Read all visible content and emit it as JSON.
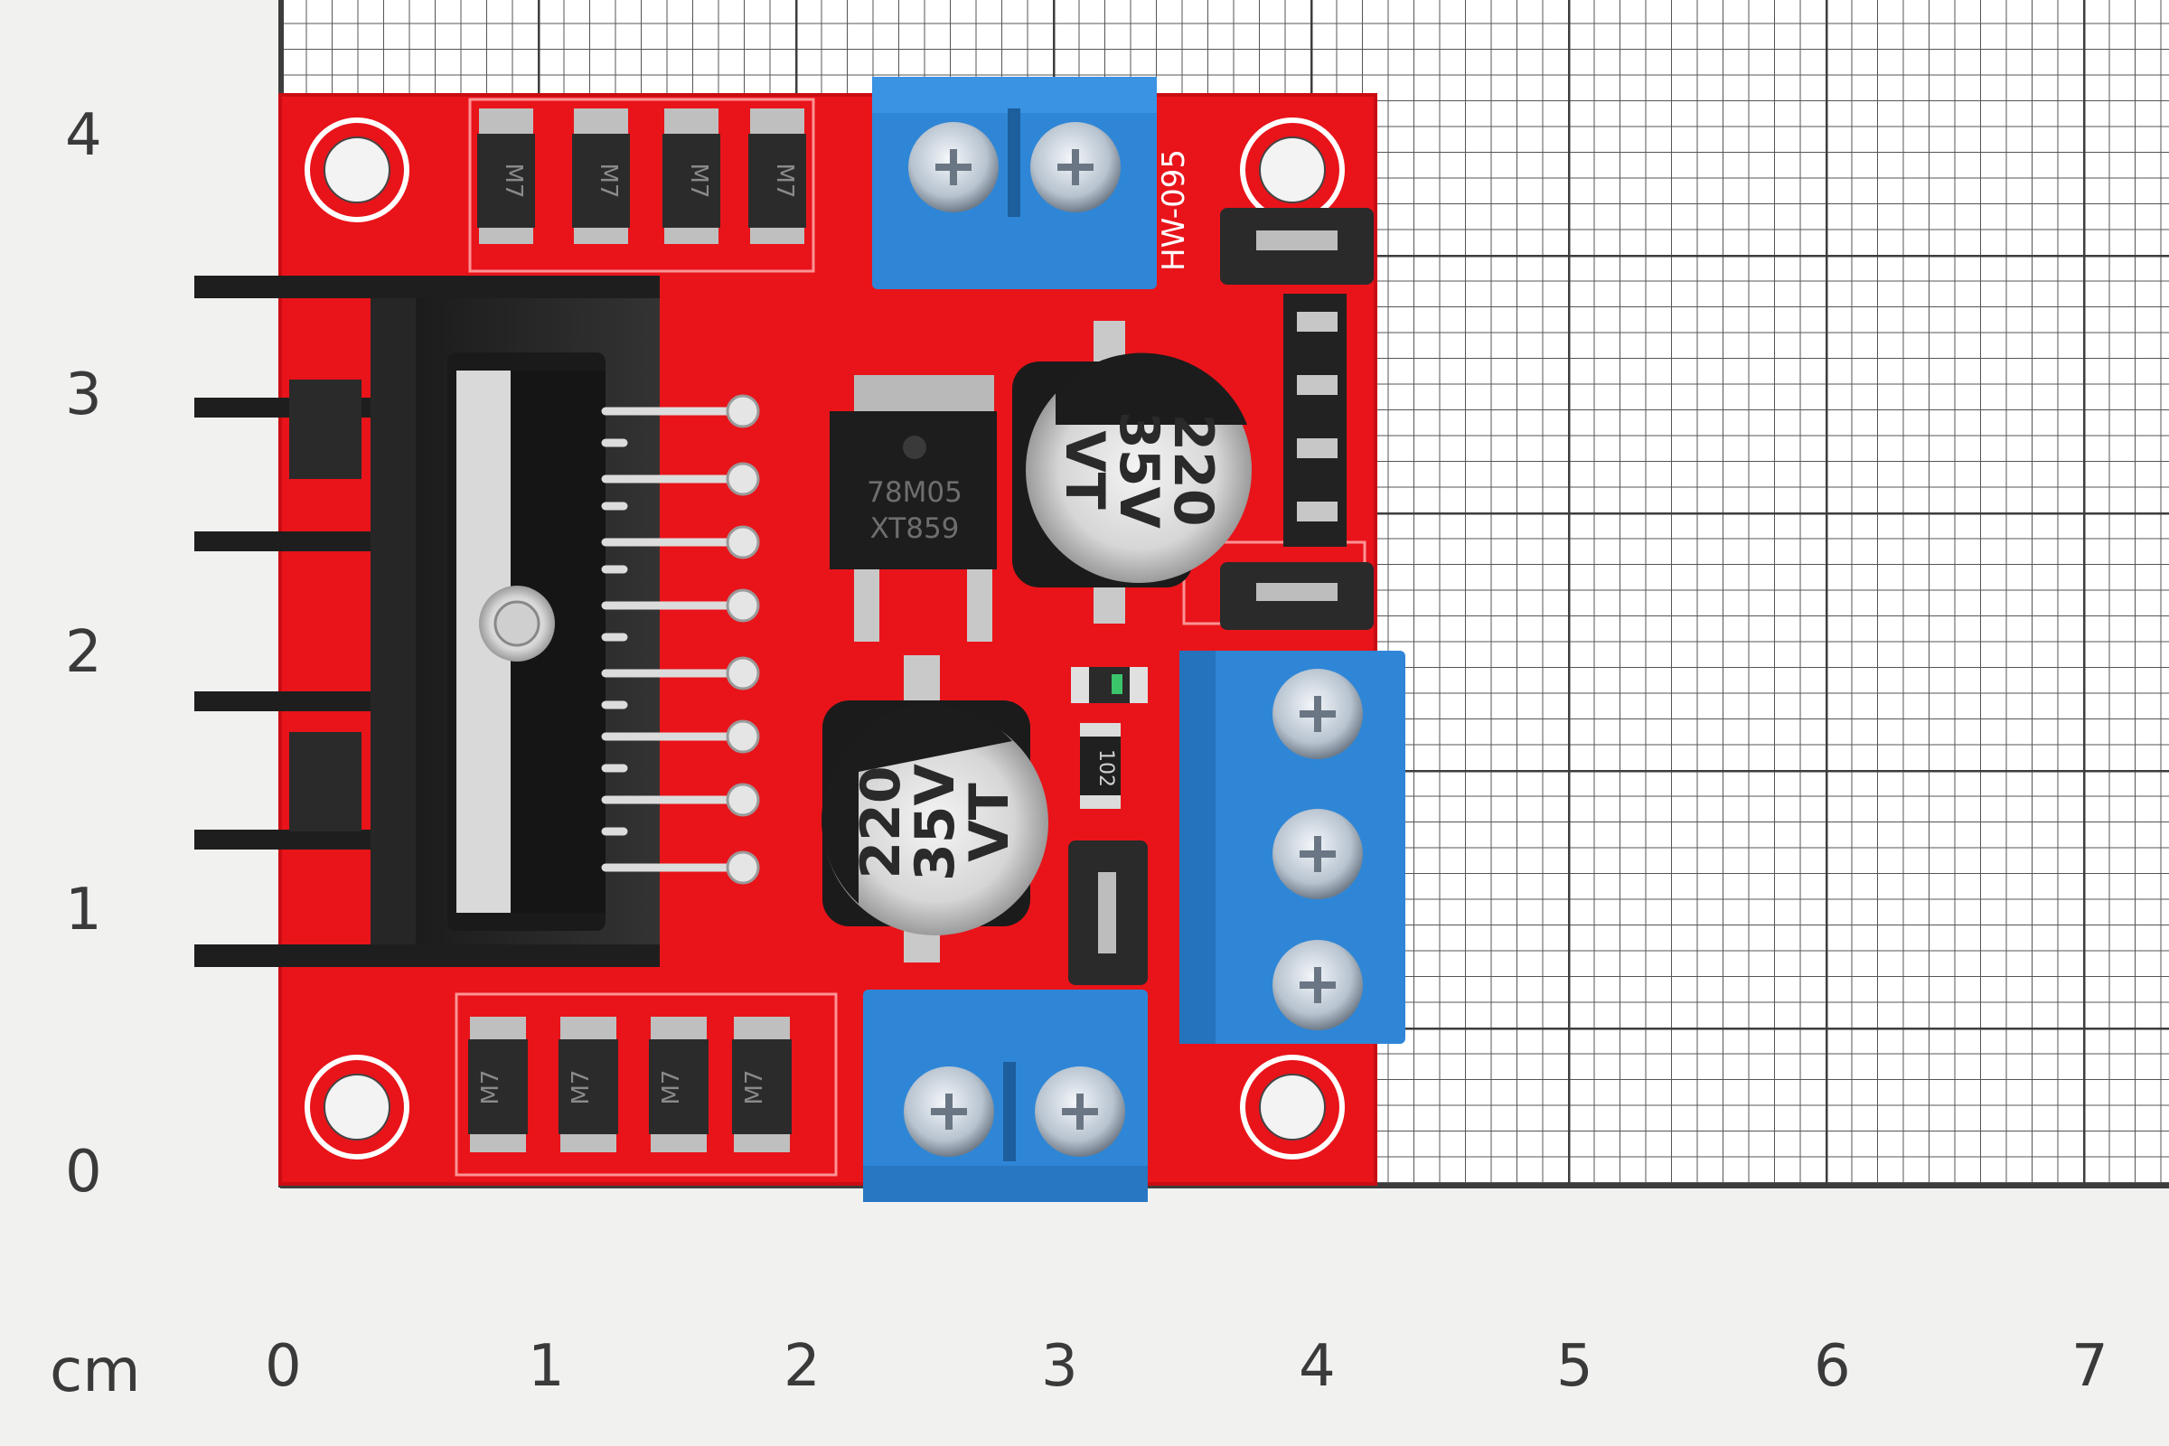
{
  "ruler": {
    "unit": "cm",
    "x_ticks": [
      "0",
      "1",
      "2",
      "3",
      "4",
      "5",
      "6",
      "7"
    ],
    "y_ticks": [
      "0",
      "1",
      "2",
      "3",
      "4"
    ]
  },
  "board": {
    "model": "HW-095",
    "diode_marking": "M7",
    "regulator_line1": "78M05",
    "regulator_line2": "XT859",
    "cap_line1": "220",
    "cap_line2": "35V",
    "cap_line3": "VT",
    "resistor_marking": "102"
  },
  "colors": {
    "pcb": "#e8141a",
    "terminal": "#2f86d6",
    "grid": "#4a4a4a",
    "background": "#f1f1f0"
  }
}
